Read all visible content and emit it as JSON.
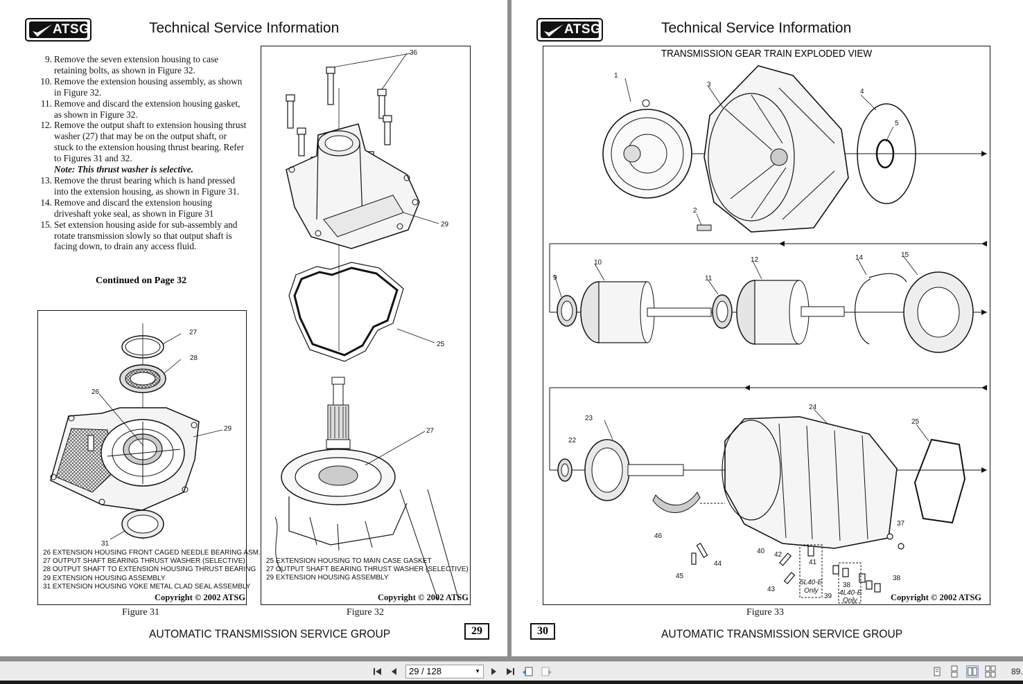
{
  "brand": {
    "logo_text": "ATSG"
  },
  "left_page": {
    "header_title": "Technical Service Information",
    "steps": [
      {
        "num": "9.",
        "text": "Remove the seven extension housing to case retaining bolts, as shown in Figure 32."
      },
      {
        "num": "10.",
        "text": "Remove the extension housing assembly, as shown in Figure 32."
      },
      {
        "num": "11.",
        "text": "Remove and discard the extension housing gasket, as shown in Figure 32."
      },
      {
        "num": "12.",
        "text": "Remove the output shaft to extension housing thrust washer (27) that may be on the output shaft, or stuck to the extension housing thrust bearing.  Refer to Figures 31 and 32.",
        "note": "Note: This thrust washer is selective."
      },
      {
        "num": "13.",
        "text": "Remove the thrust bearing which is hand pressed into the extension housing, as shown in Figure 31."
      },
      {
        "num": "14.",
        "text": "Remove and discard the extension housing driveshaft yoke seal, as shown in Figure 31"
      },
      {
        "num": "15.",
        "text": "Set extension housing aside for sub-assembly and rotate transmission slowly so that output shaft is facing down, to drain any access fluid."
      }
    ],
    "continued": "Continued on Page 32",
    "figure31": {
      "callouts": [
        "27",
        "28",
        "26",
        "29",
        "31"
      ],
      "legend": [
        "26 EXTENSION HOUSING FRONT CAGED NEEDLE BEARING ASM.",
        "27 OUTPUT SHAFT BEARING THRUST WASHER  (SELECTIVE)",
        "28 OUTPUT SHAFT TO EXTENSION HOUSING THRUST BEARING",
        "29 EXTENSION HOUSING ASSEMBLY",
        "31 EXTENSION HOUSING YOKE METAL CLAD SEAL ASSEMBLY"
      ],
      "copyright": "Copyright © 2002 ATSG",
      "caption": "Figure 31"
    },
    "figure32": {
      "callouts": [
        "36",
        "29",
        "25",
        "27"
      ],
      "legend": [
        "25 EXTENSION HOUSING TO MAIN CASE GASKET",
        "27 OUTPUT SHAFT BEARING THRUST WASHER  (SELECTIVE)",
        "29 EXTENSION HOUSING ASSEMBLY"
      ],
      "copyright": "Copyright © 2002 ATSG",
      "caption": "Figure 32"
    },
    "footer": "AUTOMATIC TRANSMISSION SERVICE GROUP",
    "page_number": "29"
  },
  "right_page": {
    "header_title": "Technical Service Information",
    "figure33": {
      "title": "TRANSMISSION GEAR TRAIN EXPLODED VIEW",
      "callouts": [
        "1",
        "3",
        "4",
        "5",
        "2",
        "10",
        "9",
        "11",
        "12",
        "14",
        "15",
        "23",
        "22",
        "24",
        "25",
        "46",
        "44",
        "45",
        "40",
        "42",
        "43",
        "41",
        "39",
        "38",
        "37"
      ],
      "notes": {
        "n5l40": "5L40-E Only",
        "n4l40": "4L40-E Only",
        "n5l40_a": "5L40-E",
        "n5l40_b": "Only",
        "n4l40_a": "4L40-E",
        "n4l40_b": "Only",
        "c38": "38"
      },
      "copyright": "Copyright © 2002 ATSG",
      "caption": "Figure 33"
    },
    "footer": "AUTOMATIC TRANSMISSION SERVICE GROUP",
    "page_number": "30"
  },
  "toolbar": {
    "page_field": "29 / 128",
    "zoom": "89.",
    "icons": [
      "first-page-icon",
      "prev-page-icon",
      "next-page-icon",
      "last-page-icon",
      "go-back-icon",
      "go-forward-icon",
      "single-page-icon",
      "continuous-icon",
      "two-page-icon",
      "two-page-continuous-icon"
    ]
  }
}
